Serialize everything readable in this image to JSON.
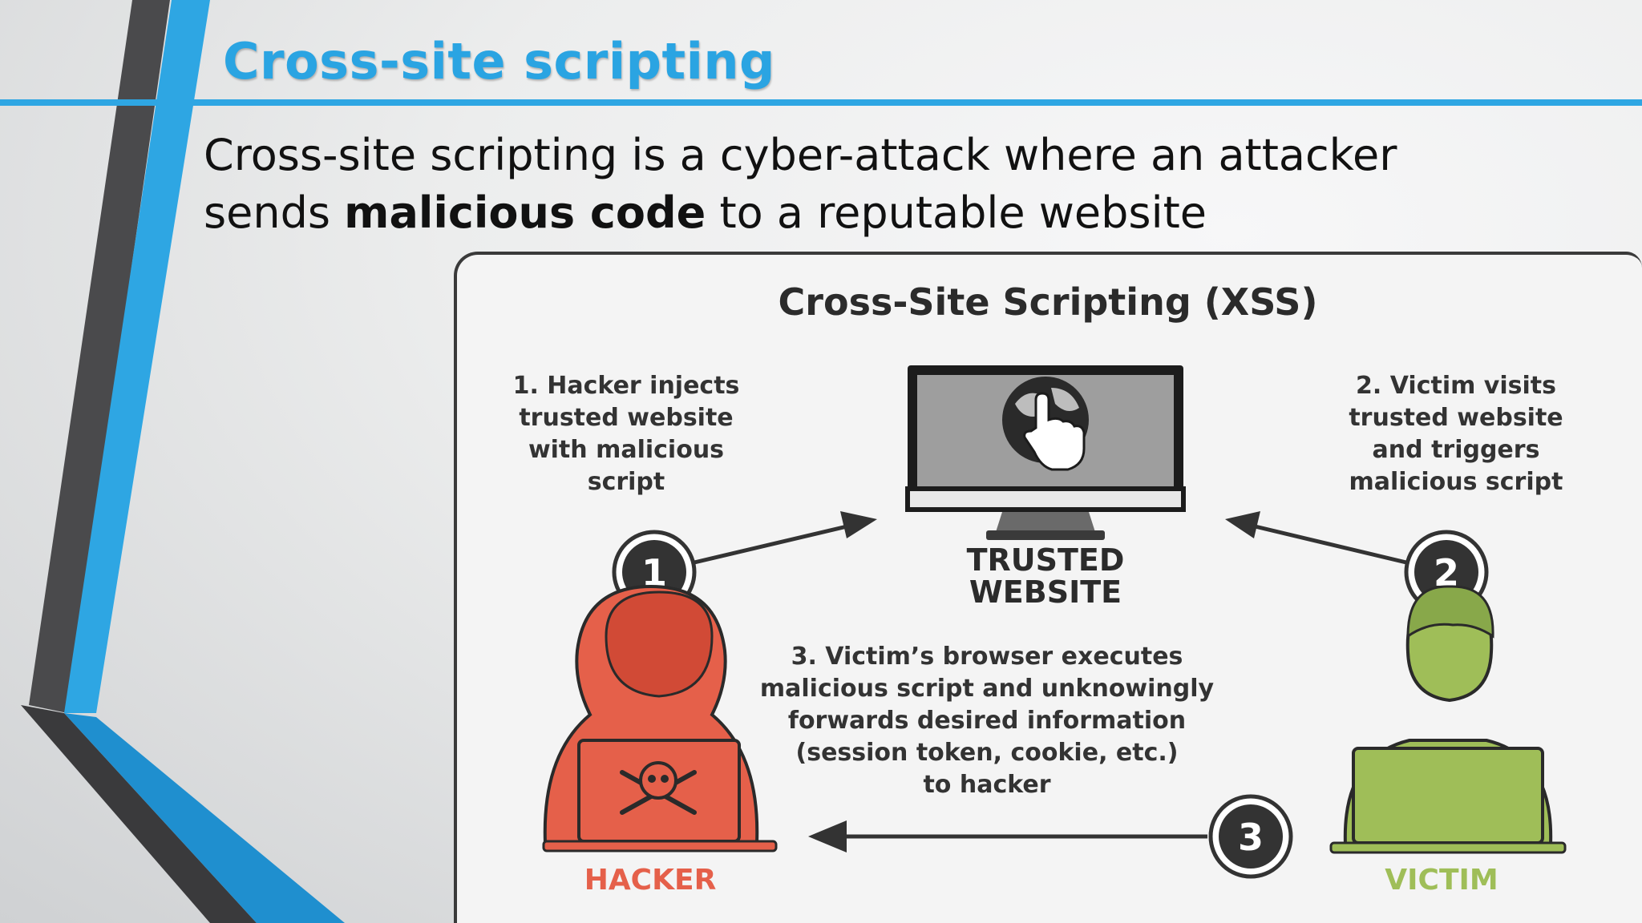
{
  "slide": {
    "title": "Cross-site scripting",
    "body_part1": "Cross-site scripting is a cyber-attack where an attacker sends ",
    "body_bold": "malicious code",
    "body_part2": " to a reputable website"
  },
  "diagram": {
    "title": "Cross-Site Scripting (XSS)",
    "step1": "1. Hacker injects\ntrusted website\nwith malicious\nscript",
    "step2": "2. Victim visits\ntrusted website\nand triggers\nmalicious script",
    "step3": "3. Victim’s browser executes\nmalicious script and unknowingly\nforwards desired information\n(session token, cookie, etc.)\nto hacker",
    "badge1": "1",
    "badge2": "2",
    "badge3": "3",
    "website_label_line1": "TRUSTED",
    "website_label_line2": "WEBSITE",
    "hacker_label": "HACKER",
    "victim_label": "VICTIM",
    "colors": {
      "hacker": "#e5604a",
      "victim": "#9fbe58",
      "accent": "#2aa4e2",
      "dark": "#333333"
    },
    "icons": [
      "globe-icon",
      "pointer-hand-icon",
      "skull-crossbones-icon",
      "monitor-icon"
    ]
  }
}
